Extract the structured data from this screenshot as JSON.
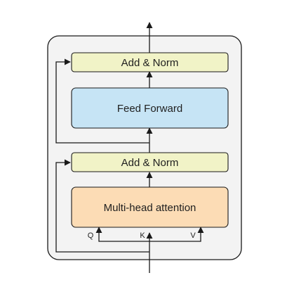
{
  "diagram": {
    "blocks": {
      "add_norm_top": {
        "label": "Add & Norm",
        "color": "#f1f3c7"
      },
      "feed_forward": {
        "label": "Feed Forward",
        "color": "#c6e4f5"
      },
      "add_norm_bottom": {
        "label": "Add & Norm",
        "color": "#f1f3c7"
      },
      "attention": {
        "label": "Multi-head attention",
        "color": "#fcdcb5"
      }
    },
    "inputs": {
      "q": "Q",
      "k": "K",
      "v": "V"
    },
    "colors": {
      "container_fill": "#f3f3f3",
      "container_stroke": "#1a1a1a",
      "arrow": "#1a1a1a"
    }
  }
}
